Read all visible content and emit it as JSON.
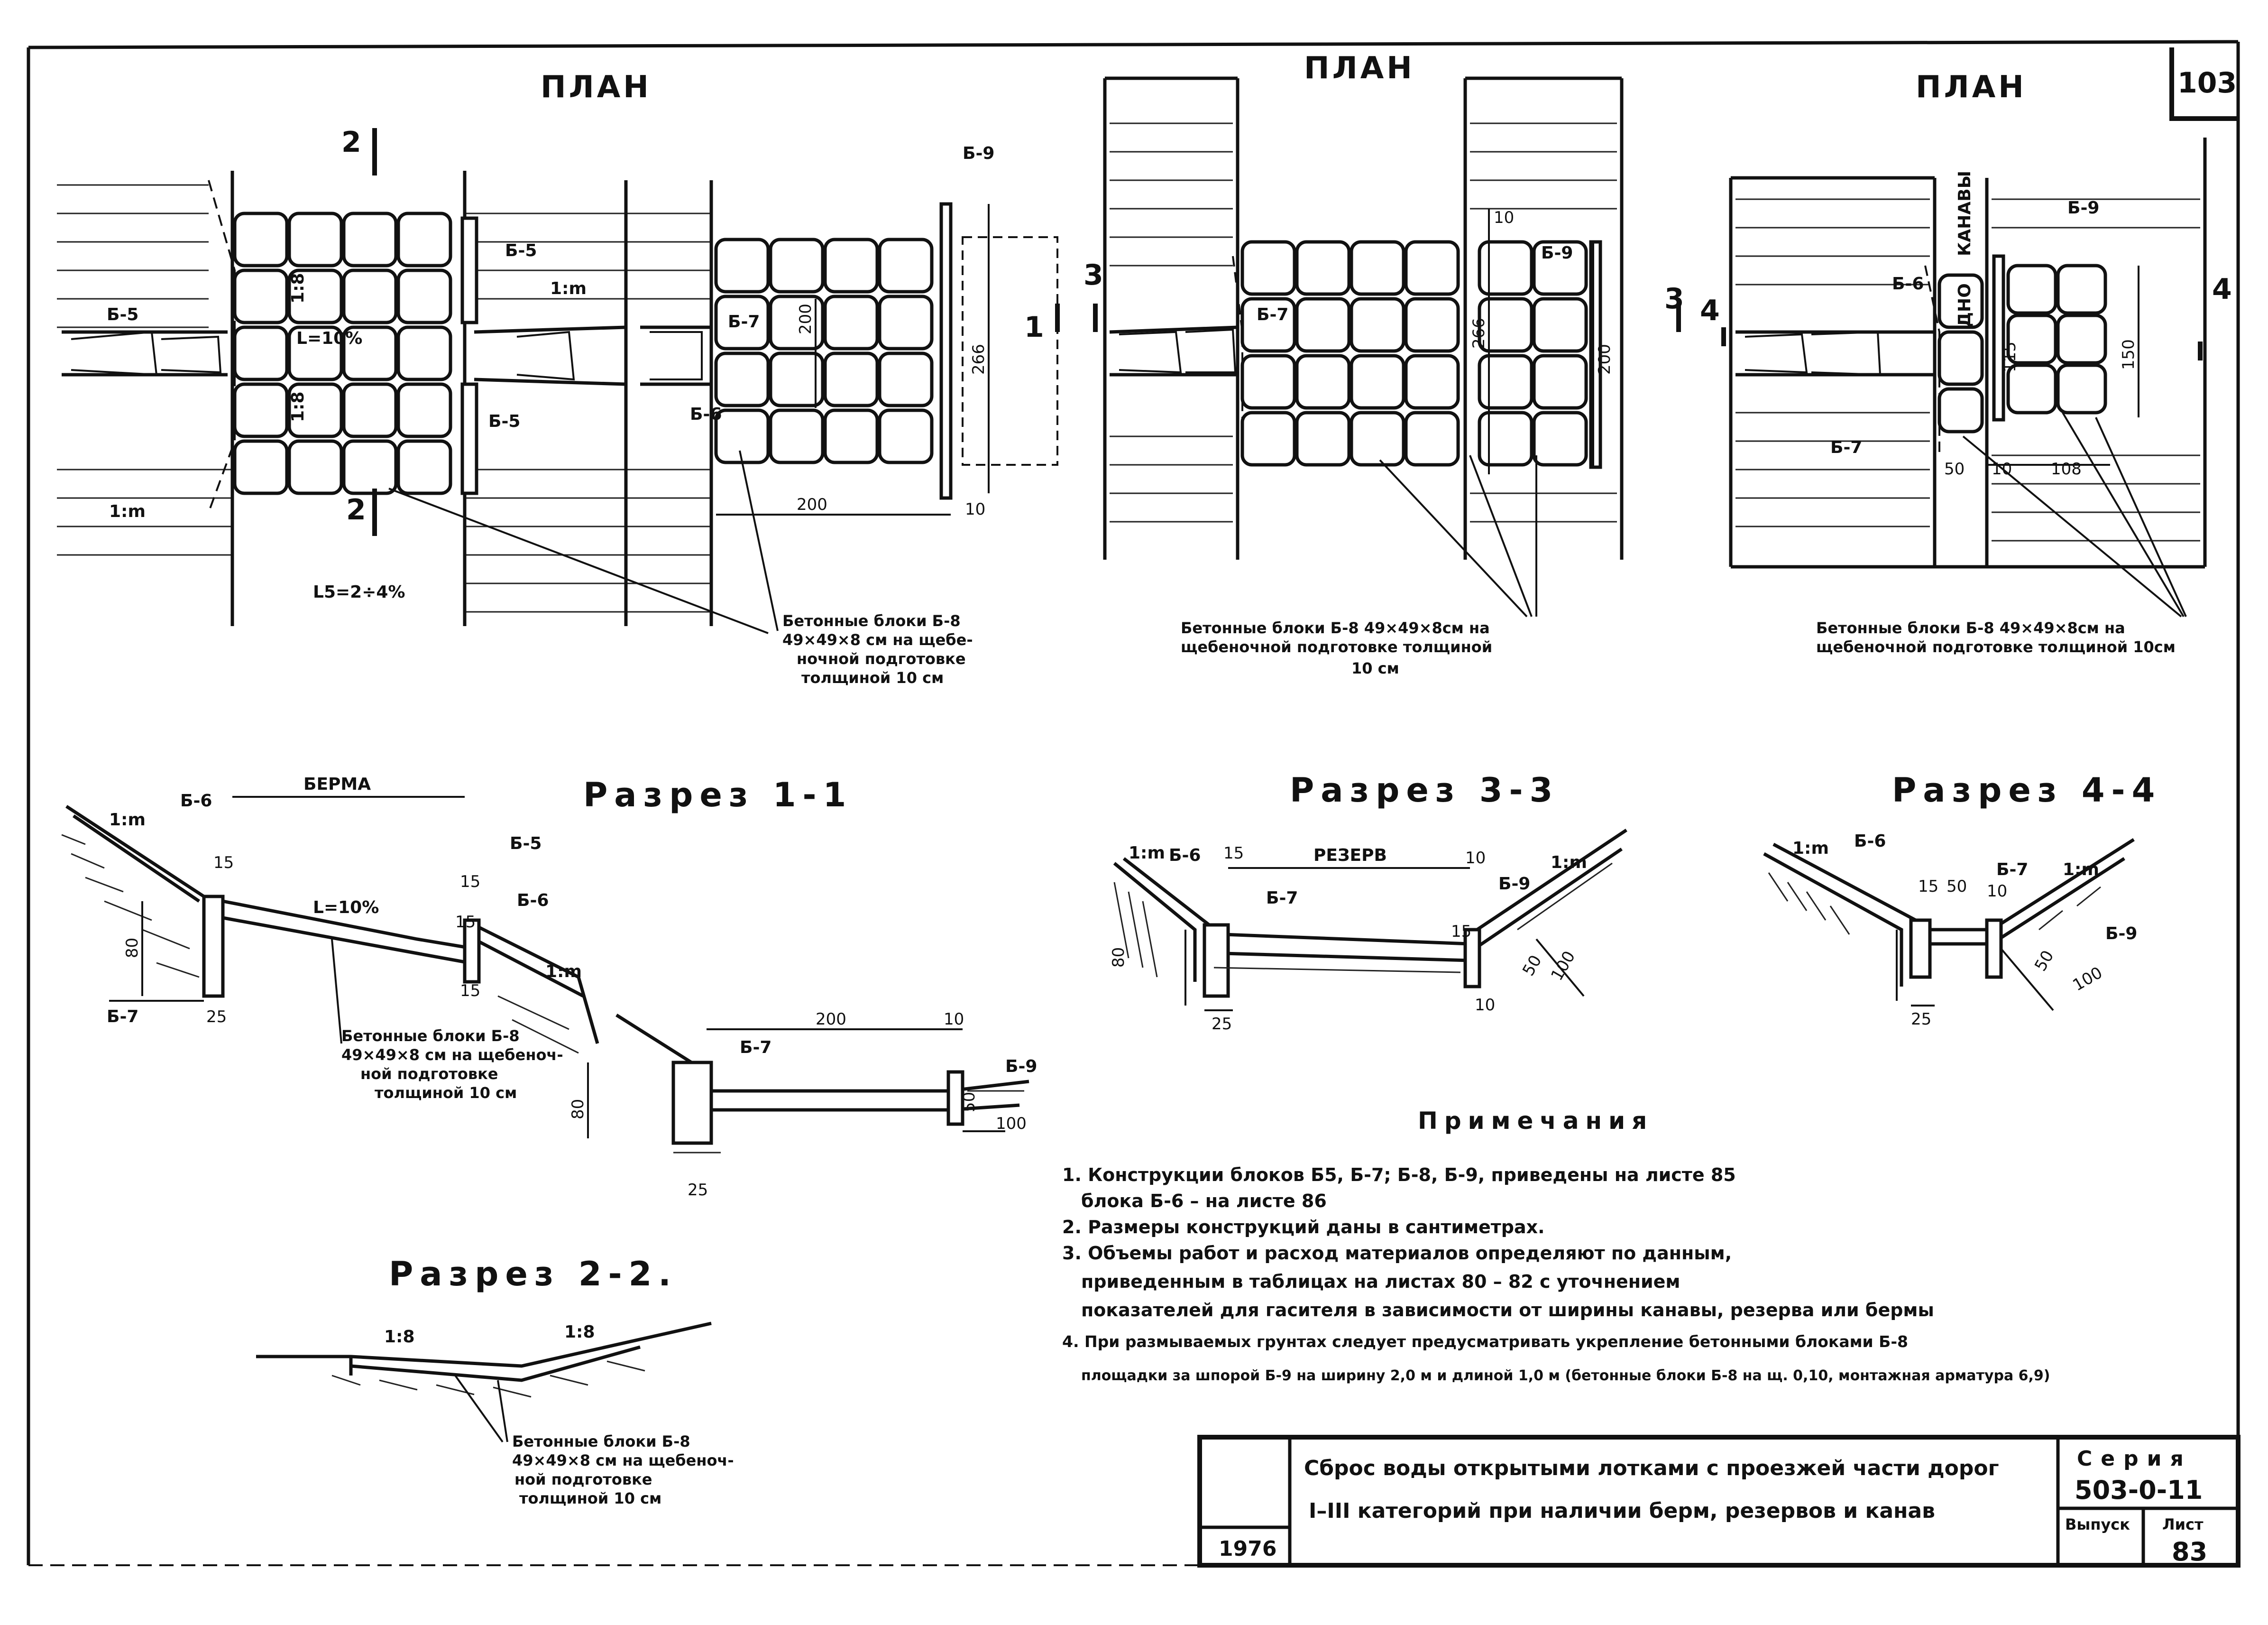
{
  "sheet": {
    "sheet_number": "103",
    "plan_title": "ПЛАН"
  },
  "plan1": {
    "title": "ПЛАН",
    "cut2_top": "2",
    "cut2_bottom": "2",
    "cut1": "1",
    "labels": {
      "b5_left": "Б-5",
      "b5_top": "Б-5",
      "b5_bottom": "Б-5",
      "b7": "Б-7",
      "b6": "Б-6",
      "b9": "Б-9"
    },
    "slope_top": "1:m",
    "slope_bottom": "1:m",
    "slope_i18a": "1:8",
    "slope_i18b": "1:8",
    "grade": "L=10%",
    "grade_bottom": "L5=2÷4%",
    "dims": {
      "d200_vert": "200",
      "d266": "266",
      "d200_horiz": "200",
      "d10": "10"
    },
    "caption_lines": [
      "Бетонные блоки Б-8",
      "49×49×8 см на щебе-",
      "ночной подготовке",
      "толщиной 10 см"
    ]
  },
  "plan2": {
    "title": "ПЛАН",
    "cut3_left": "3",
    "cut3_right": "3",
    "labels": {
      "b7": "Б-7",
      "b9": "Б-9"
    },
    "dims": {
      "d10": "10",
      "d266": "266",
      "d200": "200"
    },
    "caption_lines": [
      "Бетонные блоки Б-8 49×49×8см на",
      "щебеночной подготовке толщиной",
      "10 см"
    ]
  },
  "plan3": {
    "title": "ПЛАН",
    "cut4_left": "4",
    "cut4_right": "4",
    "ditch_label": "КАНАВЫ",
    "ditch_label2": "ДНО",
    "labels": {
      "b9": "Б-9",
      "b6": "Б-6",
      "b7": "Б-7"
    },
    "dims": {
      "d115": "115",
      "d150": "150",
      "d50": "50",
      "d10": "10",
      "d108": "108"
    },
    "caption_lines": [
      "Бетонные блоки Б-8 49×49×8см на",
      "щебеночной подготовке толщиной 10см"
    ]
  },
  "section11": {
    "title": "Разрез 1-1",
    "berm": "БЕРМА",
    "grade": "L=10%",
    "slope_left": "1:m",
    "slope_right": "1:m",
    "labels": {
      "b6_left": "Б-6",
      "b5": "Б-5",
      "b6_right": "Б-6",
      "b7_left": "Б-7",
      "b7_right": "Б-7",
      "b9": "Б-9"
    },
    "dims": {
      "d15a": "15",
      "d15b": "15",
      "d15c": "15",
      "d15d": "15",
      "d80a": "80",
      "d25a": "25",
      "d80b": "80",
      "d25b": "25",
      "d200": "200",
      "d10": "10",
      "d50": "50",
      "d100": "100"
    },
    "caption_lines": [
      "Бетонные блоки Б-8",
      "49×49×8 см на щебеноч-",
      "ной подготовке",
      "толщиной 10 см"
    ]
  },
  "section22": {
    "title": "Разрез 2-2.",
    "slope_left": "1:8",
    "slope_right": "1:8",
    "caption_lines": [
      "Бетонные блоки Б-8",
      "49×49×8 см на щебеноч-",
      "ной подготовке",
      "толщиной 10 см"
    ]
  },
  "section33": {
    "title": "Разрез 3-3",
    "reserve": "РЕЗЕРВ",
    "slope_left": "1:m",
    "slope_right": "1:m",
    "labels": {
      "b6": "Б-6",
      "b7": "Б-7",
      "b9": "Б-9"
    },
    "dims": {
      "d15a": "15",
      "d10a": "10",
      "d15b": "15",
      "d80": "80",
      "d25": "25",
      "d50": "50",
      "d100": "100",
      "d10b": "10"
    }
  },
  "section44": {
    "title": "Разрез 4-4",
    "slope_left": "1:m",
    "slope_right": "1:m",
    "labels": {
      "b6": "Б-6",
      "b7": "Б-7",
      "b9": "Б-9"
    },
    "dims": {
      "d15": "15",
      "d50a": "50",
      "d10": "10",
      "d50b": "50",
      "d100": "100",
      "d25": "25"
    }
  },
  "notes": {
    "title": "Примечания",
    "lines": [
      "1. Конструкции блоков Б5, Б-7; Б-8, Б-9, приведены на листе 85",
      "блока Б-6 – на листе 86",
      "2. Размеры конструкций даны в сантиметрах.",
      "3. Объемы работ и расход материалов определяют по данным,",
      "приведенным в таблицах на листах 80 – 82 с уточнением",
      "показателей для гасителя в зависимости от ширины канавы, резерва или бермы",
      "4. При размываемых грунтах следует предусматривать укрепление бетонными блоками Б-8",
      "площадки за шпорой Б-9 на ширину 2,0 м и длиной 1,0 м (бетонные блоки Б-8 на щ. 0,10, монтажная арматура 6,9)"
    ]
  },
  "stamp": {
    "title_line1": "Сброс воды открытыми лотками с проезжей части дорог",
    "title_line2": "I–III категорий при наличии берм, резервов и канав",
    "year": "1976",
    "series_label": "Серия",
    "series": "503-0-11",
    "issue_label": "Выпуск",
    "sheet_label": "Лист",
    "sheet": "83"
  }
}
